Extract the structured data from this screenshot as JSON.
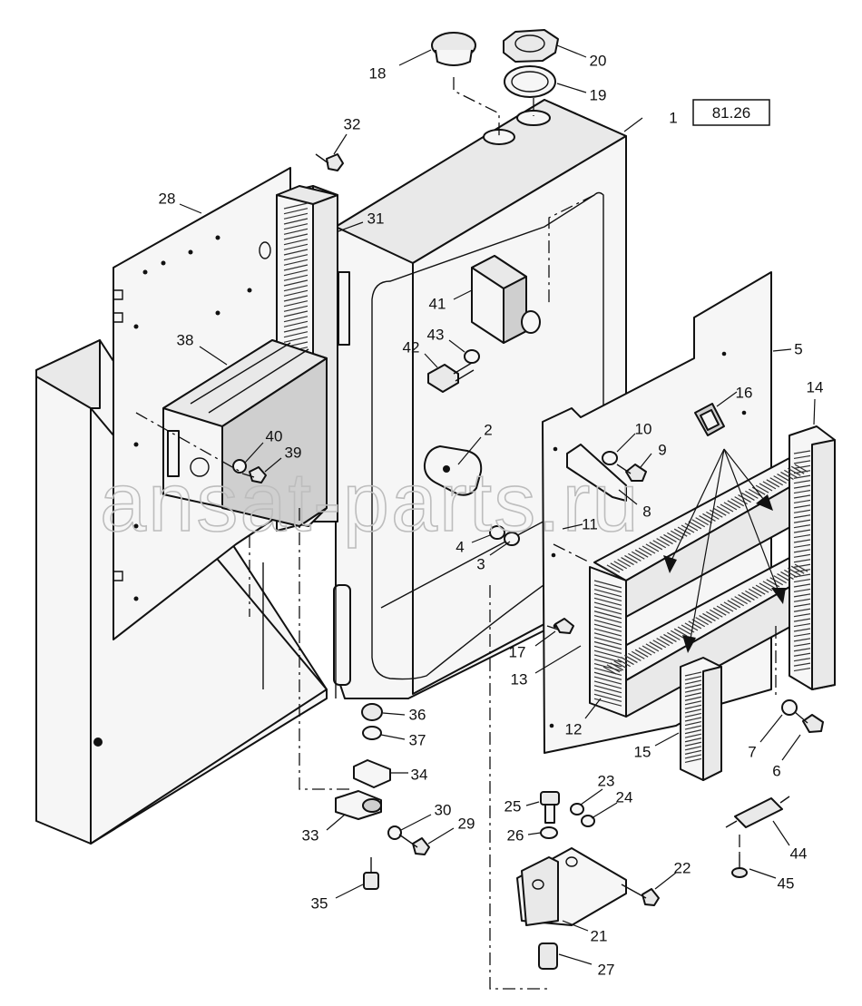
{
  "reference_box": "81.26",
  "watermark": "ansat-parts.ru",
  "callouts": [
    "1",
    "2",
    "3",
    "4",
    "5",
    "6",
    "7",
    "8",
    "9",
    "10",
    "11",
    "12",
    "13",
    "14",
    "15",
    "16",
    "17",
    "18",
    "19",
    "20",
    "21",
    "22",
    "23",
    "24",
    "25",
    "26",
    "27",
    "28",
    "29",
    "30",
    "31",
    "32",
    "33",
    "34",
    "35",
    "36",
    "37",
    "38",
    "39",
    "40",
    "41",
    "42",
    "43",
    "44",
    "45"
  ]
}
